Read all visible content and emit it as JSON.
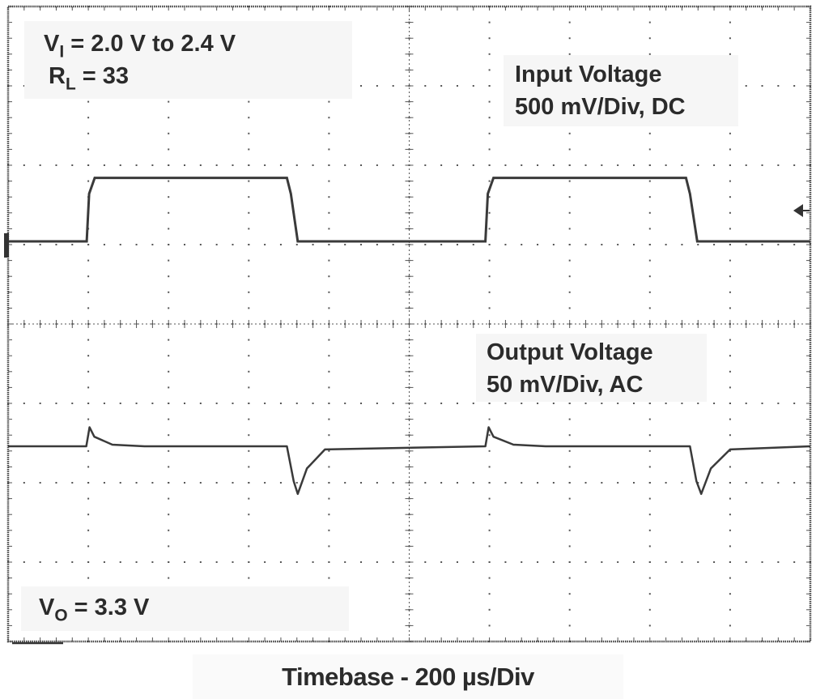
{
  "chart_data": {
    "type": "line",
    "title": "",
    "subtitle": "",
    "xlabel": "Timebase - 200 µs/Div",
    "ylabel": "",
    "grid": true,
    "grid_divisions": {
      "x": 10,
      "y": 8
    },
    "x_unit": "µs",
    "x_per_div": 200,
    "xlim": [
      0,
      2000
    ],
    "annotations": {
      "conditions_line1_prefix": "V",
      "conditions_line1_sub": "I",
      "conditions_line1_rest": " = 2.0 V to 2.4 V",
      "conditions_line2_prefix": "R",
      "conditions_line2_sub": "L",
      "conditions_line2_rest": " = 33",
      "vo_prefix": "V",
      "vo_sub": "O",
      "vo_rest": " = 3.3 V"
    },
    "series": [
      {
        "name": "Input Voltage",
        "scale_label_line1": "Input Voltage",
        "scale_label_line2": "500 mV/Div, DC",
        "volts_per_div": 0.5,
        "coupling": "DC",
        "low_V": 2.0,
        "high_V": 2.4,
        "x_us": [
          0,
          196,
          202,
          216,
          695,
          705,
          722,
          1190,
          1196,
          1210,
          1690,
          1700,
          1718,
          2000
        ],
        "y_V": [
          2.0,
          2.0,
          2.3,
          2.4,
          2.4,
          2.3,
          2.0,
          2.0,
          2.3,
          2.4,
          2.4,
          2.3,
          2.0,
          2.0
        ],
        "color": "#3a3a3a"
      },
      {
        "name": "Output Voltage",
        "scale_label_line1": "Output Voltage",
        "scale_label_line2": "50 mV/Div, AC",
        "volts_per_div": 0.05,
        "coupling": "AC",
        "x_us": [
          0,
          195,
          203,
          215,
          260,
          340,
          695,
          712,
          722,
          745,
          790,
          1190,
          1198,
          1210,
          1260,
          1340,
          1700,
          1716,
          1728,
          1752,
          1800,
          2000
        ],
        "y_mV": [
          0,
          0,
          12,
          6,
          1,
          0,
          0,
          -22,
          -30,
          -14,
          -2,
          0,
          12,
          6,
          1,
          0,
          0,
          -22,
          -30,
          -14,
          -2,
          0
        ],
        "color": "#3a3a3a"
      }
    ]
  },
  "labels": {
    "input_title": "Input Voltage",
    "input_scale": "500 mV/Div, DC",
    "output_title": "Output Voltage",
    "output_scale": "50 mV/Div, AC",
    "timebase": "Timebase - 200 µs/Div"
  },
  "colors": {
    "trace": "#3a3a3a",
    "grid": "#555555",
    "label_bg": "#f6f6f6",
    "text": "#2b2b2b"
  }
}
